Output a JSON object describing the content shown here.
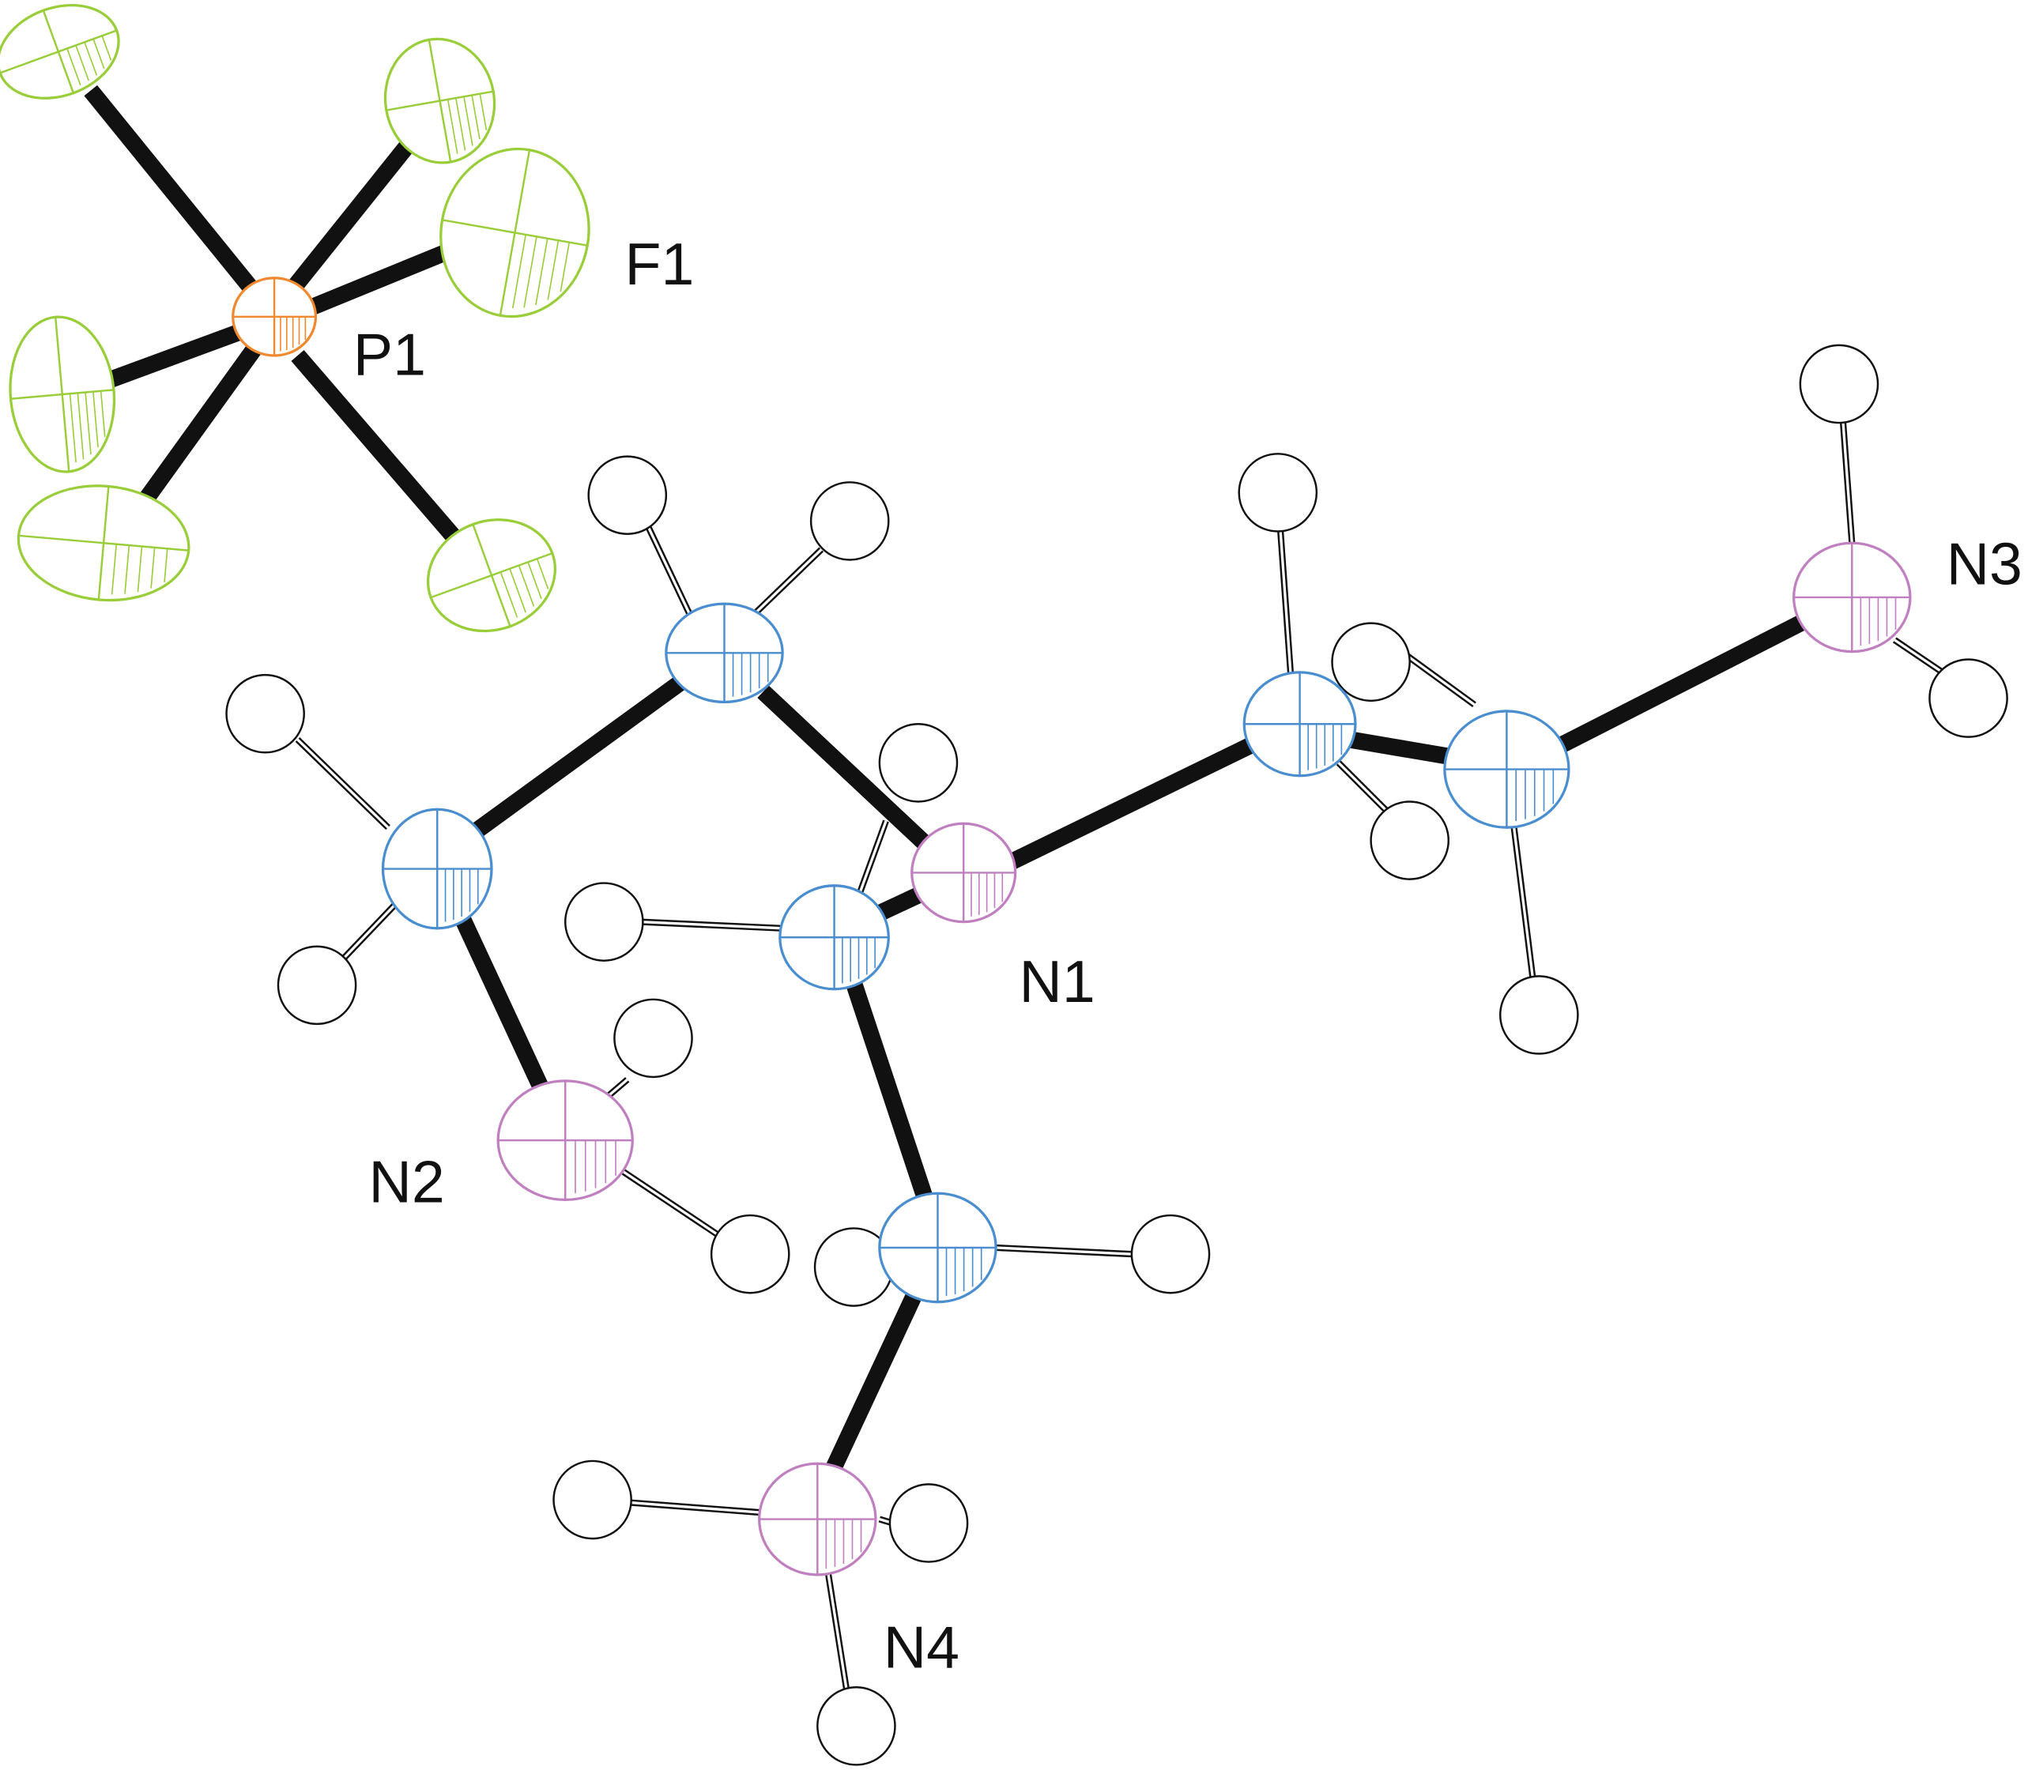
{
  "diagram": {
    "type": "ORTEP molecular structure",
    "labels": {
      "F1": "F1",
      "P1": "P1",
      "N1": "N1",
      "N2": "N2",
      "N3": "N3",
      "N4": "N4"
    },
    "colors": {
      "fluorine": "#9acd3a",
      "phosphorus": "#f08a30",
      "carbon": "#4a8ed0",
      "nitrogen": "#c080c0",
      "hydrogen": "#111111",
      "bond": "#111111"
    }
  }
}
